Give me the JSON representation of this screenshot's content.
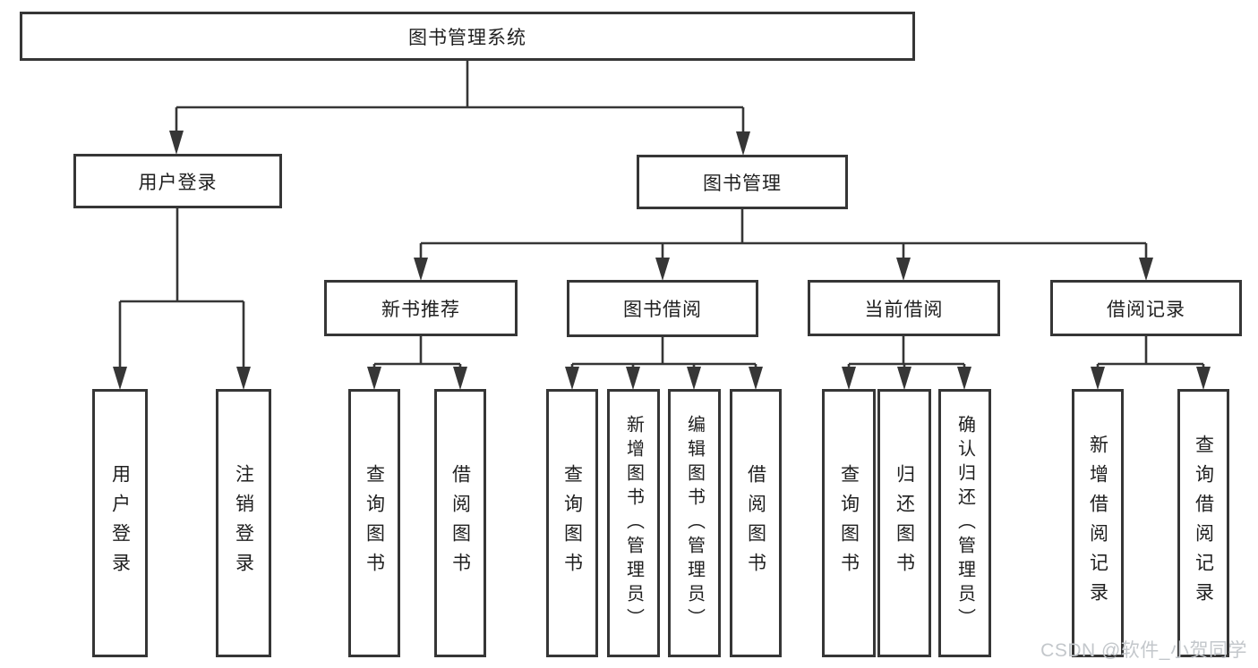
{
  "title": "图书管理系统",
  "tree": {
    "root": {
      "label": "图书管理系统"
    },
    "branches": [
      {
        "label": "用户登录",
        "children": [
          {
            "label": "用户登录"
          },
          {
            "label": "注销登录"
          }
        ]
      },
      {
        "label": "图书管理",
        "groups": [
          {
            "label": "新书推荐",
            "children": [
              {
                "label": "查询图书"
              },
              {
                "label": "借阅图书"
              }
            ]
          },
          {
            "label": "图书借阅",
            "children": [
              {
                "label": "查询图书"
              },
              {
                "label": "新增图书（管理员）"
              },
              {
                "label": "编辑图书（管理员）"
              },
              {
                "label": "借阅图书"
              }
            ]
          },
          {
            "label": "当前借阅",
            "children": [
              {
                "label": "查询图书"
              },
              {
                "label": "归还图书"
              },
              {
                "label": "确认归还（管理员）"
              }
            ]
          },
          {
            "label": "借阅记录",
            "children": [
              {
                "label": "新增借阅记录"
              },
              {
                "label": "查询借阅记录"
              }
            ]
          }
        ]
      }
    ]
  },
  "watermark": {
    "text": "CSDN @软件_小贺同学"
  },
  "colors": {
    "line": "#363636",
    "box_border": "#363636",
    "text": "#1f1f1f",
    "watermark": "#c3c7cb",
    "background": "#ffffff"
  }
}
